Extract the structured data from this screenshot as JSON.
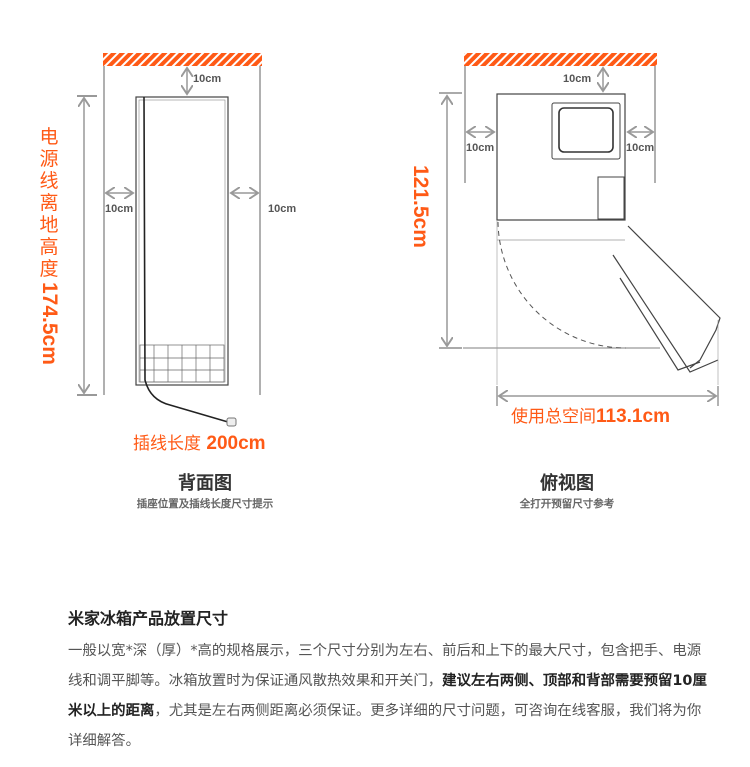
{
  "back_view": {
    "clearance_top": "10cm",
    "clearance_left": "10cm",
    "clearance_right": "10cm",
    "cord_height_label": "电源线离地高度",
    "cord_height_value": "174.5cm",
    "cord_length_label": "插线长度",
    "cord_length_value": "200cm",
    "title": "背面图",
    "subtitle": "插座位置及插线长度尺寸提示"
  },
  "top_view": {
    "clearance_top": "10cm",
    "clearance_left": "10cm",
    "clearance_right": "10cm",
    "depth_value": "121.5cm",
    "total_space_label": "使用总空间",
    "total_space_value": "113.1cm",
    "title": "俯视图",
    "subtitle": "全打开预留尺寸参考"
  },
  "section": {
    "heading": "米家冰箱产品放置尺寸",
    "text_1": "一般以宽*深（厚）*高的规格展示，三个尺寸分别为左右、前后和上下的最大尺寸，包含把手、电源线和调平脚等。冰箱放置时为保证通风散热效果和开关门，",
    "text_bold": "建议左右两侧、顶部和背部需要预留10厘米以上的距离",
    "text_2": "，尤其是左右两侧距离必须保证。更多详细的尺寸问题，可咨询在线客服，我们将为你详细解答。"
  },
  "colors": {
    "accent": "#ff5a16",
    "line": "#b0b0b0"
  }
}
